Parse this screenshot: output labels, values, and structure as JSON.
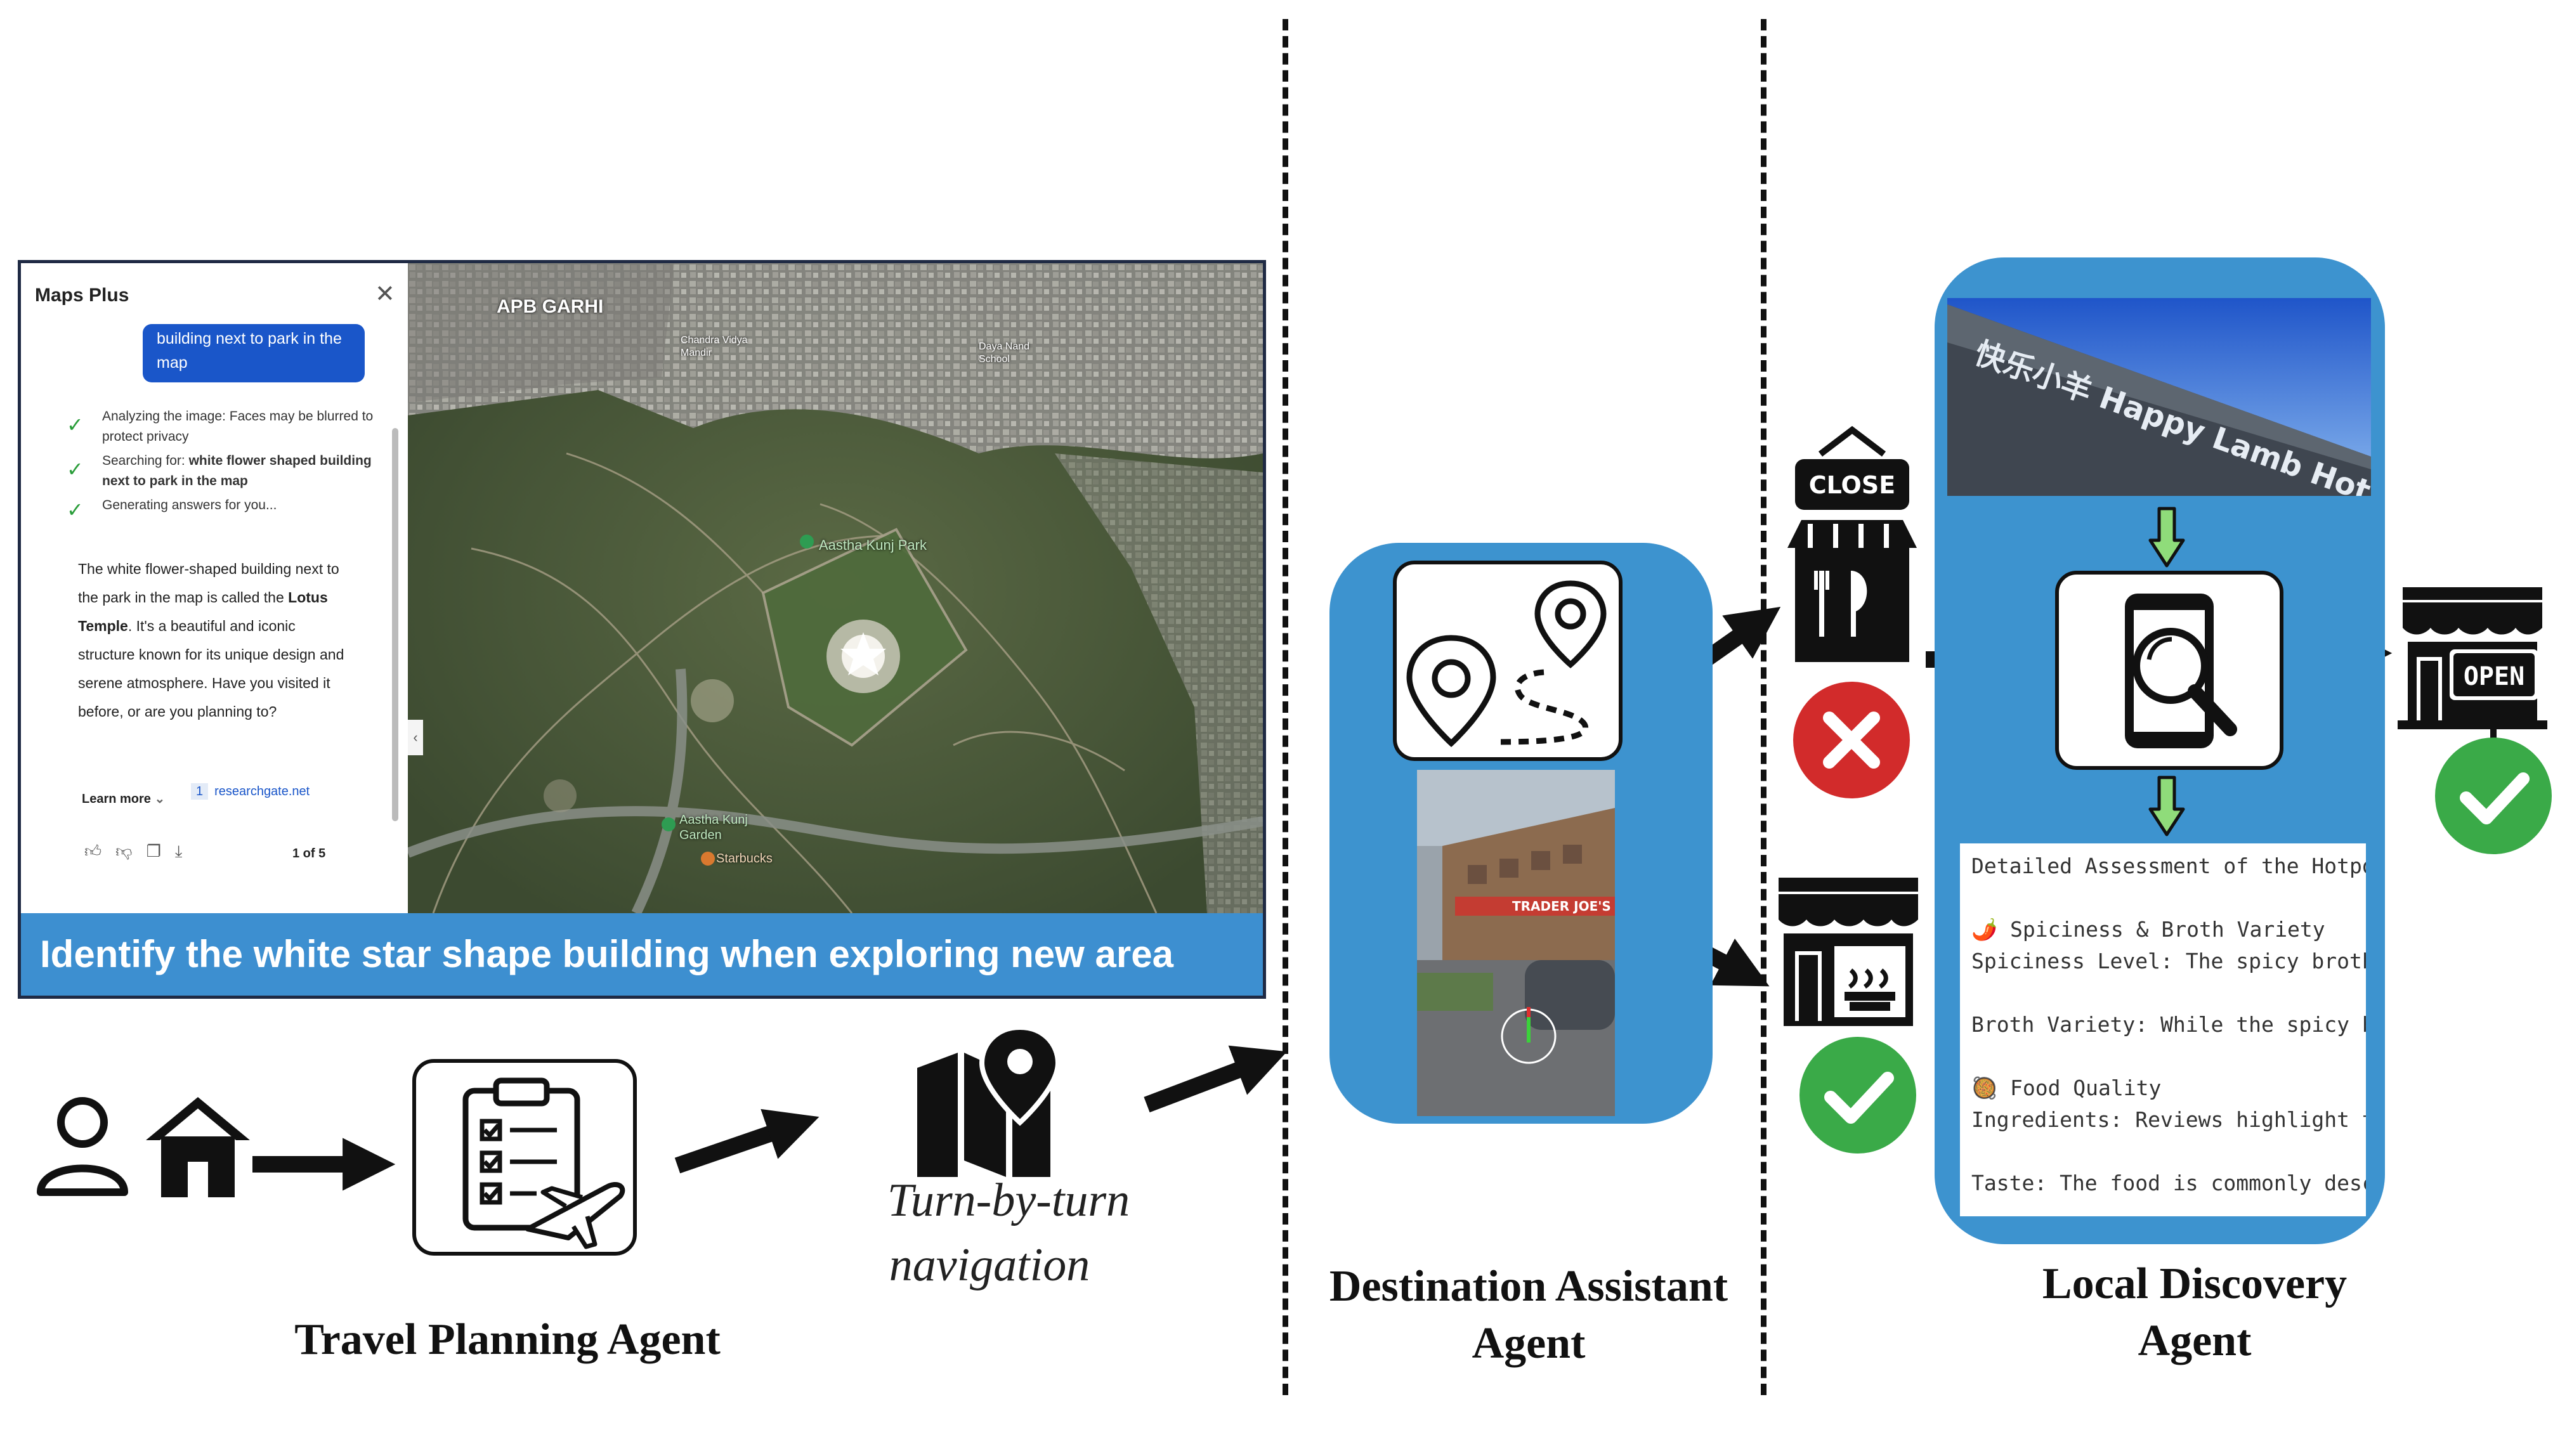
{
  "screenshot": {
    "app_title": "Maps Plus",
    "user_message": "building next to park in the map",
    "steps": [
      {
        "text": "Analyzing the image: Faces may be blurred to protect privacy"
      },
      {
        "text_before": "Searching for: ",
        "text_bold": "white flower shaped building next to park in the map"
      },
      {
        "text": "Generating answers for you..."
      }
    ],
    "answer_before": "The white flower-shaped building next to the park in the map is called the ",
    "answer_bold": "Lotus Temple",
    "answer_after": ". It's a beautiful and iconic structure known for its unique design and serene atmosphere. Have you visited it before, or are you planning to?",
    "learn_more": "Learn more",
    "source_count": "1",
    "source_name": "researchgate.net",
    "pager": "1 of 5",
    "map_labels": [
      "APB GARHI",
      "Aastha Kunj Park",
      "Aastha Kunj Garden",
      "Starbucks",
      "Chandra Vidya Mandir",
      "Daya Nand School"
    ],
    "caption": "Identify the white star shape building when exploring new area"
  },
  "agents": {
    "travel": "Travel Planning Agent",
    "destination_line1": "Destination Assistant",
    "destination_line2": "Agent",
    "local_line1": "Local Discovery",
    "local_line2": "Agent"
  },
  "navigation": {
    "line1": "Turn-by-turn",
    "line2": "navigation"
  },
  "signs": {
    "close": "CLOSE",
    "open": "OPEN"
  },
  "storefront_text": "快乐小羊 Happy Lamb Hot Pot",
  "assessment": {
    "title": "Detailed Assessment of the Hotpot",
    "lines": [
      {
        "emoji": "🌶️",
        "text": "Spiciness & Broth Variety"
      },
      {
        "text": "Spiciness Level: The spicy broth is"
      },
      {
        "text": "Broth Variety: While the spicy broth"
      },
      {
        "emoji": "🥘",
        "text": "Food Quality"
      },
      {
        "text": "Ingredients: Reviews highlight the"
      },
      {
        "text": "Taste: The food is commonly described"
      }
    ]
  },
  "colors": {
    "panel_blue": "#3d93cf",
    "caption_blue": "#3d8fd0",
    "success_green": "#3aaa48",
    "fail_red": "#d22b2b",
    "arrow_green": "#8fdc7a",
    "chat_blue": "#1a56c9"
  }
}
